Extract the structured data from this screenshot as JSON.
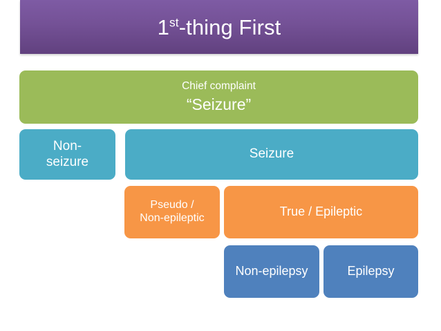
{
  "slide": {
    "title": {
      "prefix": "1",
      "superscript": "st",
      "suffix": "-thing First",
      "full": "1st-thing First"
    },
    "colors": {
      "title_banner_top": "#7e5ba4",
      "title_banner_bottom": "#61417f",
      "green": "#9bbb59",
      "teal": "#4bacc6",
      "orange": "#f79646",
      "blue": "#4f81bd",
      "text": "#ffffff",
      "background": "#ffffff"
    },
    "chief_complaint": {
      "label": "Chief complaint",
      "value": "“Seizure”"
    },
    "rows": [
      {
        "name": "seizure-classification",
        "color": "#4bacc6",
        "boxes": [
          {
            "name": "non-seizure",
            "line1": "Non-",
            "line2": "seizure"
          },
          {
            "name": "seizure",
            "line1": "Seizure",
            "line2": ""
          }
        ]
      },
      {
        "name": "seizure-type",
        "color": "#f79646",
        "boxes": [
          {
            "name": "pseudo-non-epileptic",
            "line1": "Pseudo /",
            "line2": "Non-epileptic"
          },
          {
            "name": "true-epileptic",
            "line1": "True / Epileptic",
            "line2": ""
          }
        ]
      },
      {
        "name": "epilepsy-diagnosis",
        "color": "#4f81bd",
        "boxes": [
          {
            "name": "non-epilepsy",
            "line1": "Non-epilepsy",
            "line2": ""
          },
          {
            "name": "epilepsy",
            "line1": "Epilepsy",
            "line2": ""
          }
        ]
      }
    ]
  }
}
